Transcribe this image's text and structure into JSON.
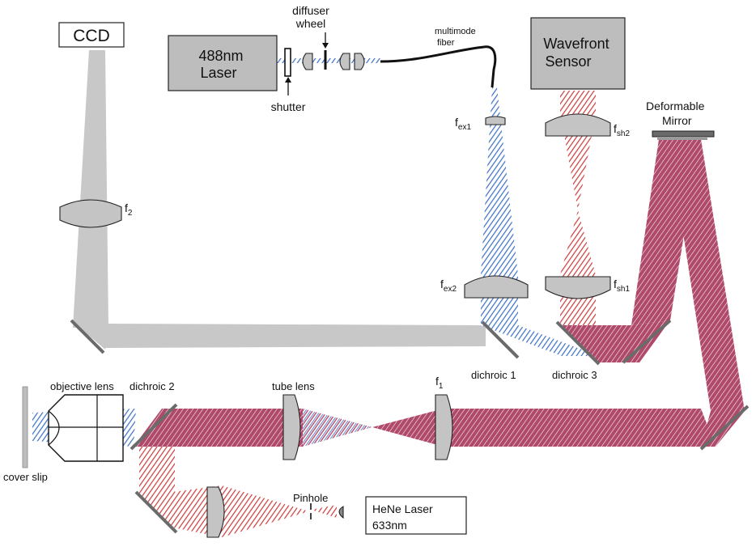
{
  "labels": {
    "ccd": "CCD",
    "laser488_line1": "488nm",
    "laser488_line2": "Laser",
    "shutter": "shutter",
    "diffuser_line1": "diffuser",
    "diffuser_line2": "wheel",
    "multimode_line1": "multimode",
    "multimode_line2": "fiber",
    "wavefront_line1": "Wavefront",
    "wavefront_line2": "Sensor",
    "deformable_line1": "Deformable",
    "deformable_line2": "Mirror",
    "fex1_base": "f",
    "fex1_sub": "ex1",
    "fsh2_base": "f",
    "fsh2_sub": "sh2",
    "f2_base": "f",
    "f2_sub": "2",
    "fex2_base": "f",
    "fex2_sub": "ex2",
    "fsh1_base": "f",
    "fsh1_sub": "sh1",
    "dichroic1": "dichroic 1",
    "dichroic3": "dichroic 3",
    "objective_lens": "objective lens",
    "dichroic2": "dichroic 2",
    "tube_lens": "tube lens",
    "f1_base": "f",
    "f1_sub": "1",
    "cover_slip": "cover slip",
    "pinhole": "Pinhole",
    "hene_line1": "HeNe Laser",
    "hene_line2": "633nm"
  },
  "colors": {
    "blue_beam": "#3a6fc4",
    "red_beam": "#cc3a3a",
    "mixed_beam": "#b55a78",
    "gray_beam": "#c8c8c8",
    "component_gray": "#bdbdbd"
  }
}
